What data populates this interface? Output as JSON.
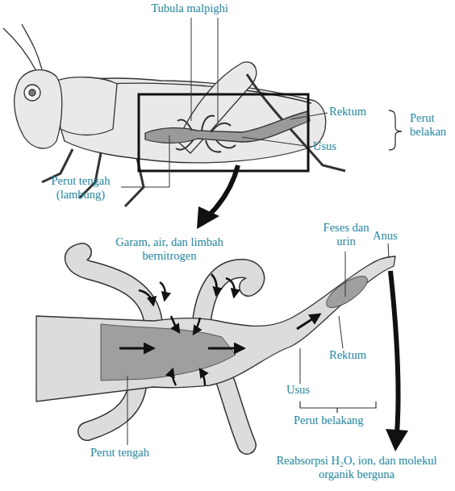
{
  "diagram": {
    "labels": [
      "Tubula malpighi",
      "Rektum",
      "Usus",
      "Perut belakan",
      "Perut tengah (lambung)",
      "Garam, air, dan limbah bernitrogen",
      "Feses dan urin",
      "Anus",
      "Rektum",
      "Usus",
      "Perut belakang",
      "Perut tengah",
      "Reabsorpsi H₂O, ion, dan molekul organik berguna"
    ]
  }
}
